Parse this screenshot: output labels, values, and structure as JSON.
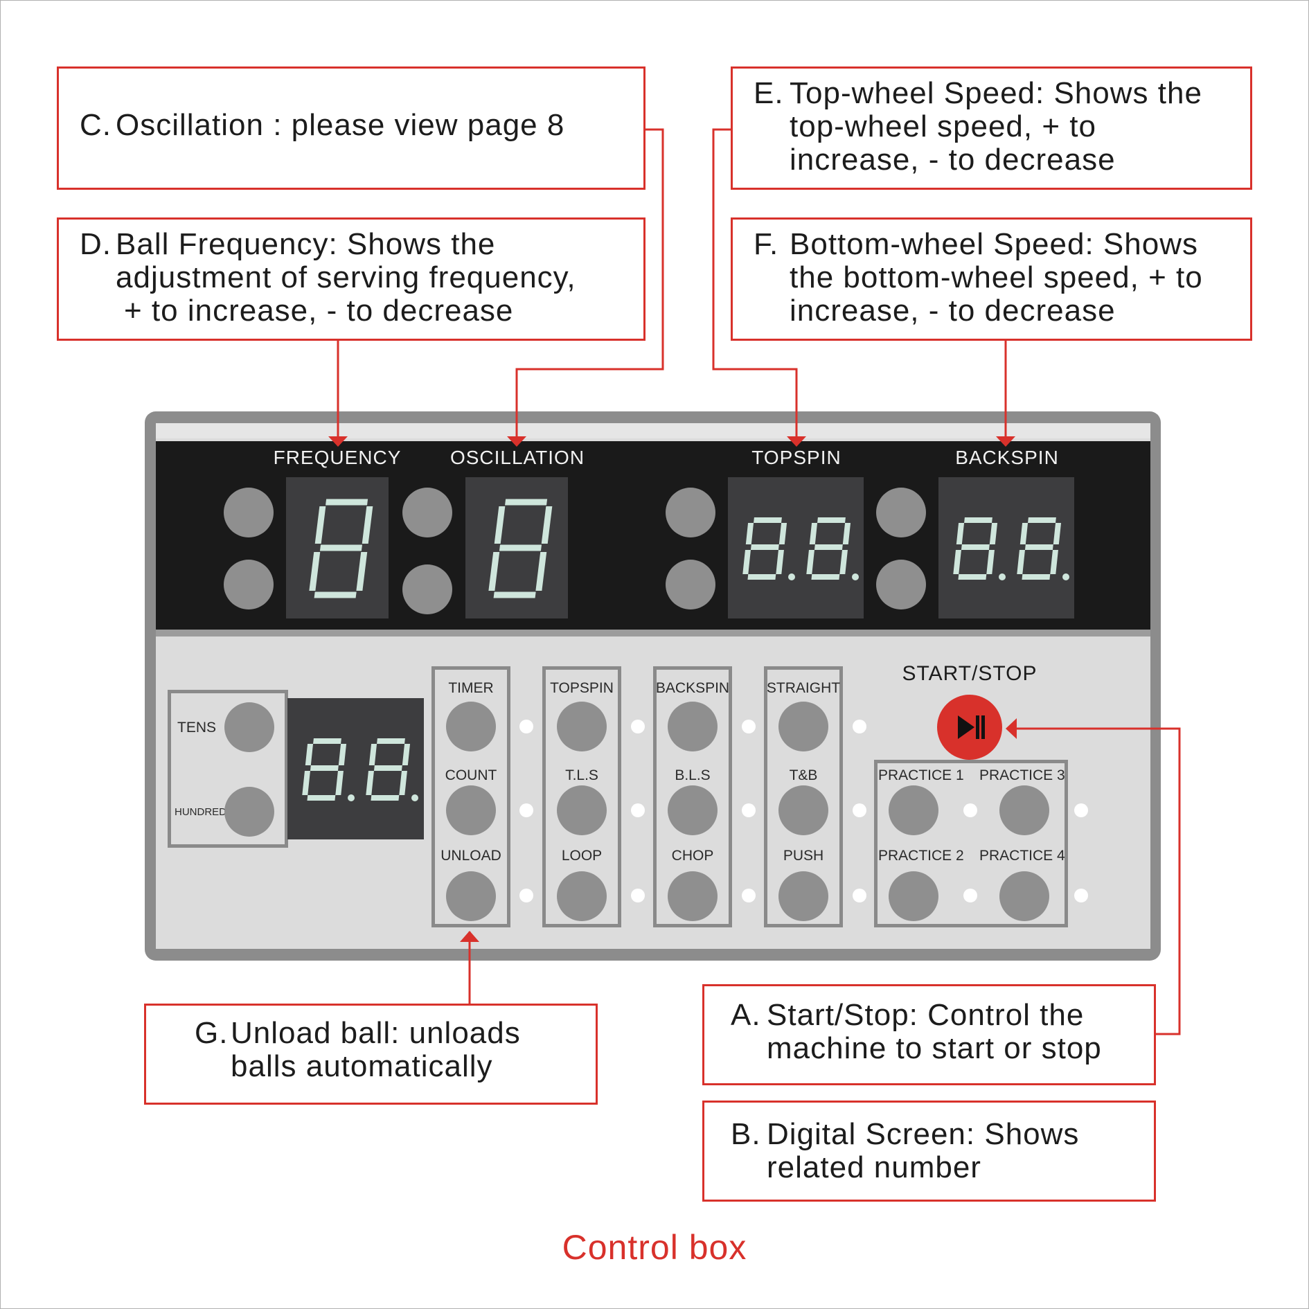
{
  "callouts": {
    "c": {
      "letter": "C.",
      "lines": [
        "Oscillation : please view page 8"
      ]
    },
    "d": {
      "letter": "D.",
      "lines": [
        "Ball Frequency: Shows the",
        "adjustment of serving frequency,",
        "+ to increase, - to decrease"
      ]
    },
    "e": {
      "letter": "E.",
      "lines": [
        "Top-wheel Speed: Shows the",
        "top-wheel speed, + to",
        "increase, - to decrease"
      ]
    },
    "f": {
      "letter": "F.",
      "lines": [
        "Bottom-wheel Speed: Shows",
        "the bottom-wheel speed, + to",
        "increase, - to decrease"
      ]
    },
    "g": {
      "letter": "G.",
      "lines": [
        "Unload ball: unloads",
        "balls automatically"
      ]
    },
    "a": {
      "letter": "A.",
      "lines": [
        "Start/Stop: Control the",
        "machine to start or stop"
      ]
    },
    "b": {
      "letter": "B.",
      "lines": [
        "Digital Screen: Shows",
        "related number"
      ]
    }
  },
  "caption": "Control box",
  "displays": {
    "frequency": "FREQUENCY",
    "oscillation": "OSCILLATION",
    "topspin": "TOPSPIN",
    "backspin": "BACKSPIN"
  },
  "counter": {
    "tens": "TENS",
    "hundreds": "HUNDREDS"
  },
  "groups": {
    "col1": [
      "TIMER",
      "COUNT",
      "UNLOAD"
    ],
    "col2": [
      "TOPSPIN",
      "T.L.S",
      "LOOP"
    ],
    "col3": [
      "BACKSPIN",
      "B.L.S",
      "CHOP"
    ],
    "col4": [
      "STRAIGHT",
      "T&B",
      "PUSH"
    ],
    "practice": [
      "PRACTICE 1",
      "PRACTICE 3",
      "PRACTICE 2",
      "PRACTICE 4"
    ]
  },
  "start_stop": "START/STOP",
  "colors": {
    "accent": "#d8312b",
    "panel": "#1a1a1a",
    "segment": "#cfe6dc",
    "button": "#8f8f8f"
  },
  "icons": {
    "start_stop": "play-pause-icon"
  }
}
